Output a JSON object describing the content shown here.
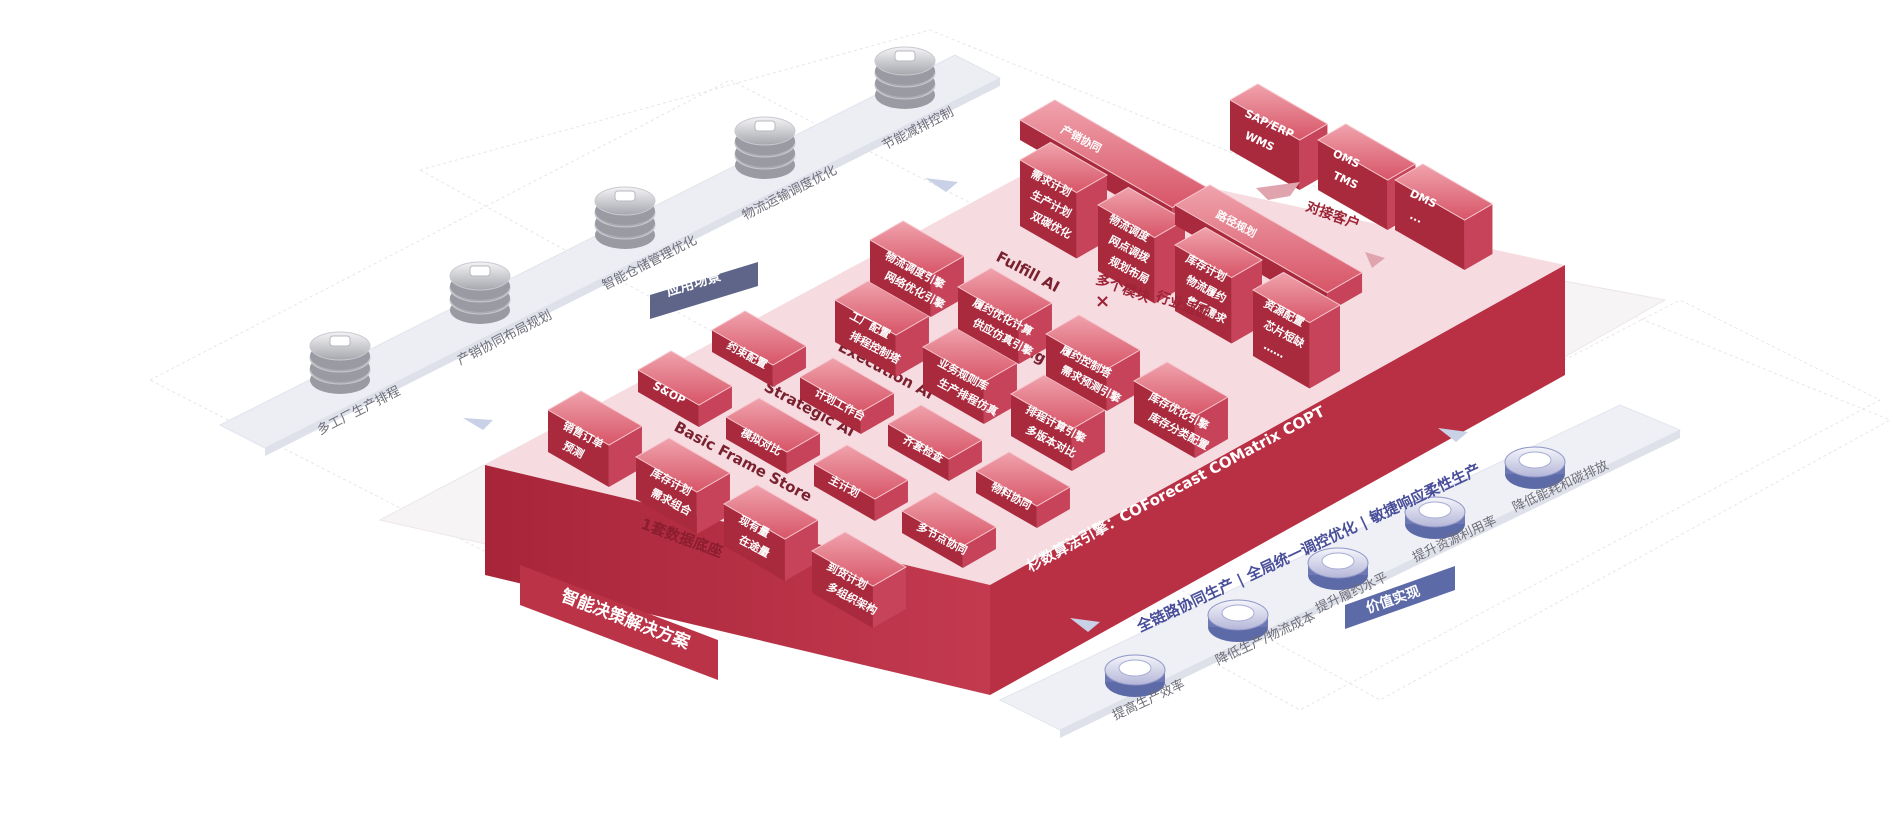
{
  "scenario_badge": "应用场景",
  "scenarios": [
    "多工厂生产排程",
    "产销协同布局规划",
    "智能仓储管理优化",
    "物流运输调度优化",
    "节能减排控制"
  ],
  "platform": {
    "title_badge": "智能决策解决方案",
    "engine_label": "杉数算法引擎：COForecast   COMatrix   COPT",
    "data_base_label": "1套数据底座",
    "multi_module_label": "多个模块",
    "cross_symbol": "×",
    "industry_label": "行业适配",
    "customer_label": "对接客户"
  },
  "layers": [
    {
      "name": "Basic Frame Store",
      "blocks": [
        [
          "销售订单",
          "预测"
        ],
        [
          "库存计划",
          "需求组合"
        ],
        [
          "现有量",
          "在途量"
        ],
        [
          "到货计划",
          "多组织架构"
        ]
      ]
    },
    {
      "name": "Strategic AI",
      "blocks": [
        [
          "S&OP"
        ],
        [
          "模拟对比"
        ],
        [
          "主计划"
        ],
        [
          "多节点协同"
        ]
      ]
    },
    {
      "name": "Execution AI",
      "blocks": [
        [
          "约束配置"
        ],
        [
          "计划工作台"
        ],
        [
          "齐套检查"
        ],
        [
          "物料协同"
        ]
      ]
    },
    {
      "name": "Scheduling AI",
      "blocks": [
        [
          "工厂配置",
          "排程控制塔"
        ],
        [
          "业务规则库",
          "生产排程仿真"
        ],
        [
          "排程计算引擎",
          "多版本对比"
        ]
      ]
    },
    {
      "name": "Fulfill AI",
      "blocks": [
        [
          "物流调度引擎",
          "网络优化引擎"
        ],
        [
          "履约优化计算",
          "供应仿真引擎"
        ],
        [
          "履约控制塔",
          "需求预测引擎"
        ],
        [
          "库存优化引擎",
          "库存分类配置"
        ]
      ]
    }
  ],
  "industry_modules": [
    {
      "title": "产销协同",
      "items": [
        [
          "需求计划",
          "生产计划",
          "双碳优化"
        ],
        [
          "物流调度",
          "网点调拨",
          "规划布局"
        ]
      ]
    },
    {
      "title": "路径规划",
      "items": [
        [
          "库存计划",
          "物流履约",
          "售后需求"
        ],
        [
          "资源配置",
          "芯片短缺",
          "……"
        ]
      ]
    }
  ],
  "customer_systems": [
    [
      "SAP/ERP",
      "WMS"
    ],
    [
      "OMS",
      "TMS"
    ],
    [
      "DMS",
      "..."
    ]
  ],
  "value": {
    "badge": "价值实现",
    "headline": "全链路协同生产  |  全局统一调控优化  |  敏捷响应柔性生产",
    "items": [
      "提高生产效率",
      "降低生产/物流成本",
      "提升履约水平",
      "提升资源利用率",
      "降低能耗和碳排放"
    ]
  },
  "colors": {
    "red": "#c0384d",
    "red_dark": "#9e2336",
    "purple": "#5d6aa8",
    "panel": "#eef0f6"
  }
}
